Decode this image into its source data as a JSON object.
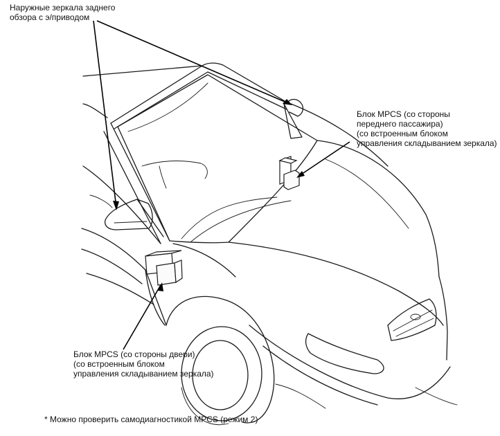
{
  "labels": {
    "mirrors": [
      "Наружные зеркала заднего",
      "обзора с э/приводом"
    ],
    "passenger_unit": [
      "Блок MPCS (со стороны",
      "переднего пассажира)",
      "(со встроенным блоком",
      "управления складыванием зеркала)"
    ],
    "door_unit": [
      "Блок MPCS (со стороны двери)",
      "(со встроенным блоком",
      "управления складыванием зеркала)"
    ]
  },
  "footnote": "* Можно проверить самодиагностикой MPCS (режим 2)"
}
